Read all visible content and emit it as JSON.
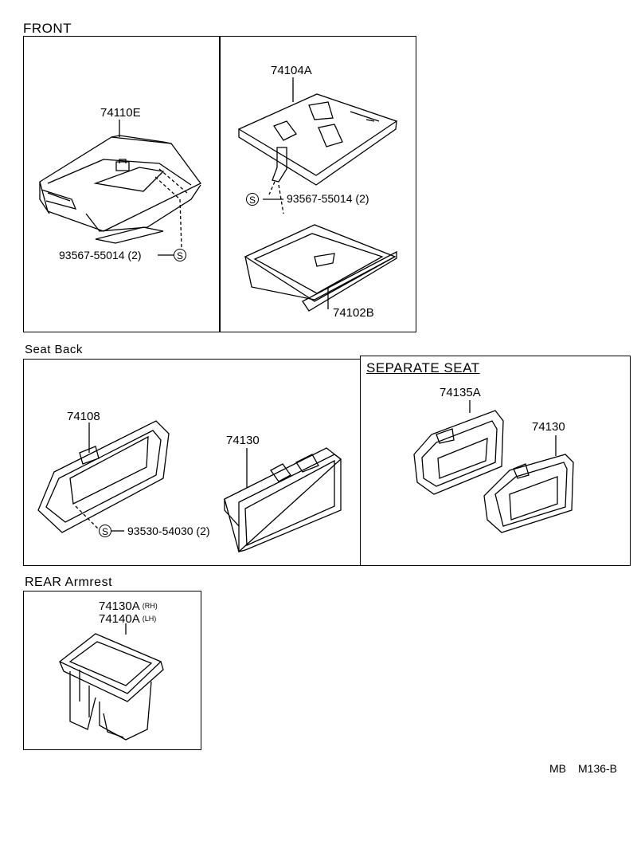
{
  "sections": {
    "front": {
      "title": "FRONT",
      "left_part": "74110E",
      "left_screw": "93567-55014 (2)",
      "right_part_top": "74104A",
      "right_screw": "93567-55014 (2)",
      "right_part_bottom": "74102B"
    },
    "seat_back": {
      "title": "Seat Back",
      "part_a": "74108",
      "part_b": "74130",
      "screw": "93530-54030 (2)"
    },
    "separate_seat": {
      "title": "SEPARATE SEAT",
      "part_a": "74135A",
      "part_b": "74130"
    },
    "rear_armrest": {
      "title": "REAR Armrest",
      "part_rh": "74130A",
      "rh_tag": "(RH)",
      "part_lh": "74140A",
      "lh_tag": "(LH)"
    }
  },
  "screw_symbol": "S",
  "footer": {
    "code_a": "MB",
    "code_b": "M136-B"
  }
}
